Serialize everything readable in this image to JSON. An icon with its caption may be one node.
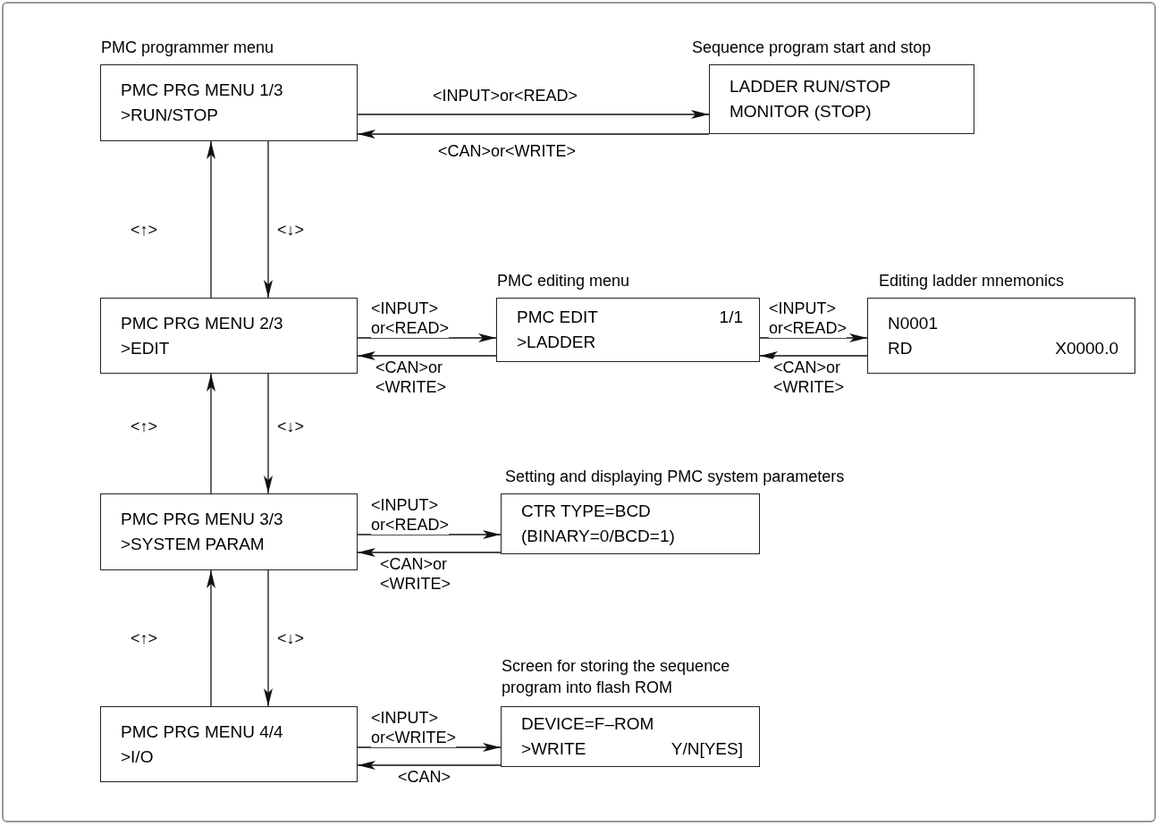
{
  "diagram": {
    "nodes": [
      {
        "text": [
          "PMC programmer menu",
          "PMC PRG MENU 1/3",
          ">RUN/STOP"
        ]
      },
      {
        "text": [
          "Sequence program start and stop",
          "LADDER RUN/STOP",
          "MONITOR (STOP)"
        ]
      },
      {
        "text": [
          "PMC PRG MENU 2/3",
          ">EDIT"
        ]
      },
      {
        "text": [
          "PMC editing menu",
          "PMC EDIT",
          "1/1",
          ">LADDER"
        ]
      },
      {
        "text": [
          "Editing ladder mnemonics",
          "N0001",
          "RD",
          "X0000.0"
        ]
      },
      {
        "text": [
          "PMC PRG MENU 3/3",
          ">SYSTEM PARAM"
        ]
      },
      {
        "text": [
          "Setting and displaying PMC system parameters",
          "CTR TYPE=BCD",
          "(BINARY=0/BCD=1)"
        ]
      },
      {
        "text": [
          "PMC PRG MENU 4/4",
          ">I/O"
        ]
      },
      {
        "text": [
          "Screen for storing the sequence program into flash ROM",
          "DEVICE=F–ROM",
          ">WRITE",
          "Y/N[YES]"
        ]
      }
    ],
    "edges": [
      {
        "from": 0,
        "to": 1,
        "arrow": "to",
        "label": "<INPUT>or<READ>"
      },
      {
        "from": 1,
        "to": 0,
        "arrow": "to",
        "label": "<CAN>or<WRITE>"
      },
      {
        "from": 2,
        "to": 0,
        "arrow": "to",
        "label": "<↑>"
      },
      {
        "from": 0,
        "to": 2,
        "arrow": "to",
        "label": "<↓>"
      },
      {
        "from": 2,
        "to": 3,
        "arrow": "to",
        "label": "<INPUT> or<READ>"
      },
      {
        "from": 3,
        "to": 2,
        "arrow": "to",
        "label": "<CAN>or <WRITE>"
      },
      {
        "from": 3,
        "to": 4,
        "arrow": "to",
        "label": "<INPUT> or<READ>"
      },
      {
        "from": 4,
        "to": 3,
        "arrow": "to",
        "label": "<CAN>or <WRITE>"
      },
      {
        "from": 5,
        "to": 2,
        "arrow": "to",
        "label": "<↑>"
      },
      {
        "from": 2,
        "to": 5,
        "arrow": "to",
        "label": "<↓>"
      },
      {
        "from": 5,
        "to": 6,
        "arrow": "to",
        "label": "<INPUT> or<READ>"
      },
      {
        "from": 6,
        "to": 5,
        "arrow": "to",
        "label": "<CAN>or <WRITE>"
      },
      {
        "from": 7,
        "to": 5,
        "arrow": "to",
        "label": "<↑>"
      },
      {
        "from": 5,
        "to": 7,
        "arrow": "to",
        "label": "<↓>"
      },
      {
        "from": 7,
        "to": 8,
        "arrow": "to",
        "label": "<INPUT> or<WRITE>"
      },
      {
        "from": 8,
        "to": 7,
        "arrow": "to",
        "label": "<CAN>"
      }
    ]
  }
}
